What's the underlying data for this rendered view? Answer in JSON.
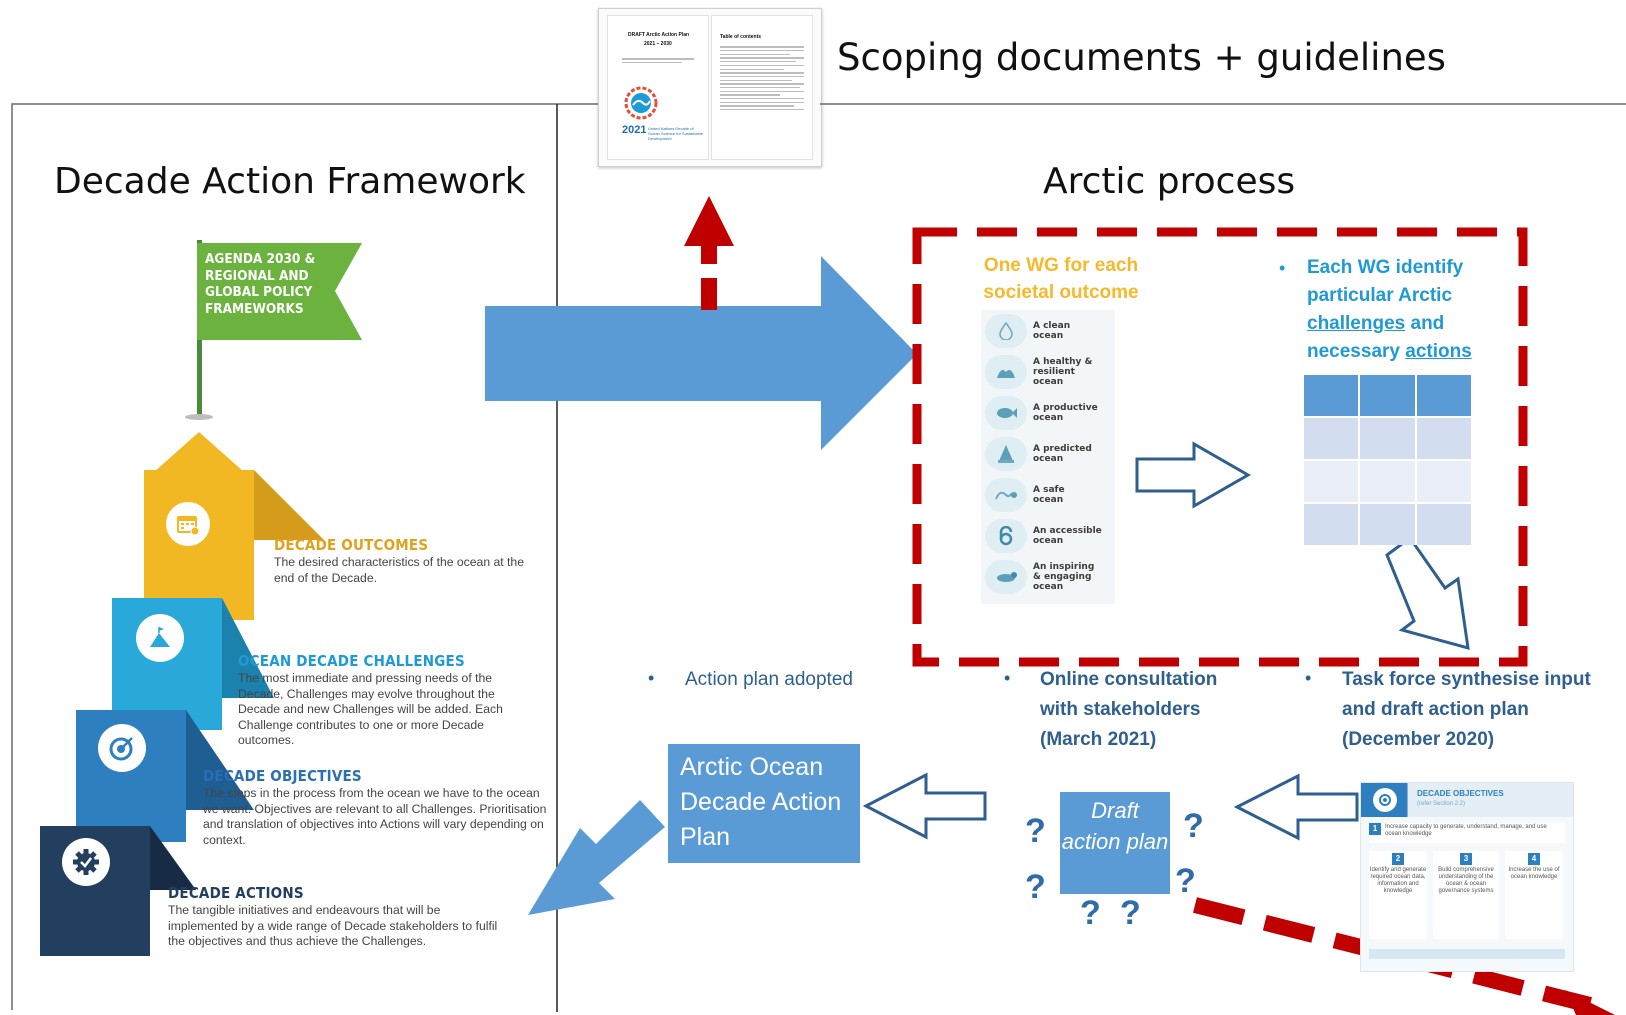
{
  "scoping": {
    "title": "Scoping documents + guidelines",
    "thumbnail": {
      "page1_title": "DRAFT Arctic Action Plan",
      "page1_years": "2021 – 2030",
      "logo_year": "2021",
      "logo_text": "United Nations Decade of Ocean Science for Sustainable Development",
      "page2_title": "Table of contents"
    }
  },
  "framework": {
    "title": "Decade Action Framework",
    "flag_text": "AGENDA 2030 & REGIONAL AND GLOBAL POLICY FRAMEWORKS",
    "stages": [
      {
        "title": "DECADE OUTCOMES",
        "desc": "The desired characteristics of the ocean at the end of the Decade.",
        "color": "#f2b824",
        "title_color": "#e0a21a"
      },
      {
        "title": "OCEAN DECADE CHALLENGES",
        "desc": "The most immediate and pressing needs of the Decade, Challenges may evolve throughout the Decade and new Challenges will be added. Each Challenge contributes to one or more Decade outcomes.",
        "color": "#28a9d9",
        "title_color": "#1f9ad4"
      },
      {
        "title": "DECADE OBJECTIVES",
        "desc": "The steps in the process from the ocean we have to the ocean we want. Objectives are relevant to all Challenges. Prioritisation and translation of objectives into Actions will vary depending on context.",
        "color": "#2d7fc0",
        "title_color": "#2a6fb3"
      },
      {
        "title": "DECADE ACTIONS",
        "desc": "The tangible initiatives and endeavours that will be implemented by a wide range of Decade stakeholders to fulfil the objectives and thus achieve the Challenges.",
        "color": "#233f5f",
        "title_color": "#233f5f"
      }
    ]
  },
  "arctic": {
    "title": "Arctic process",
    "wg_title": "One WG for each societal outcome",
    "outcomes": [
      "A clean ocean",
      "A healthy & resilient ocean",
      "A productive ocean",
      "A predicted ocean",
      "A safe ocean",
      "An accessible ocean",
      "An inspiring & engaging ocean"
    ],
    "identify": {
      "prefix": "Each WG identify particular Arctic ",
      "challenges": "challenges",
      "middle": " and necessary ",
      "actions": "actions"
    },
    "steps": {
      "adopted": "Action plan adopted",
      "consultation": "Online consultation with stakeholders (March 2021)",
      "taskforce": "Task force synthesise input and draft action plan (December 2020)"
    },
    "plan_box": "Arctic Ocean Decade Action Plan",
    "draft_box": "Draft action plan",
    "question_mark": "?",
    "objectives_card": {
      "title": "DECADE OBJECTIVES",
      "subtitle": "(refer Section 2.2)",
      "item1_num": "1",
      "item1": "Increase capacity to generate, understand, manage, and use ocean knowledge",
      "sub_items": [
        {
          "num": "2",
          "text": "Identify and generate required ocean data, information and knowledge"
        },
        {
          "num": "3",
          "text": "Build comprehensive understanding of the ocean & ocean governance systems"
        },
        {
          "num": "4",
          "text": "Increase the use of ocean knowledge"
        }
      ]
    }
  },
  "colors": {
    "blue_arrow": "#5b9bd5",
    "dashed_red": "#c00000",
    "outline_arrow": "#2e5f8e",
    "table_header": "#5b9bd5",
    "table_row": "#d2deef",
    "table_row_alt": "#eaeff7"
  }
}
